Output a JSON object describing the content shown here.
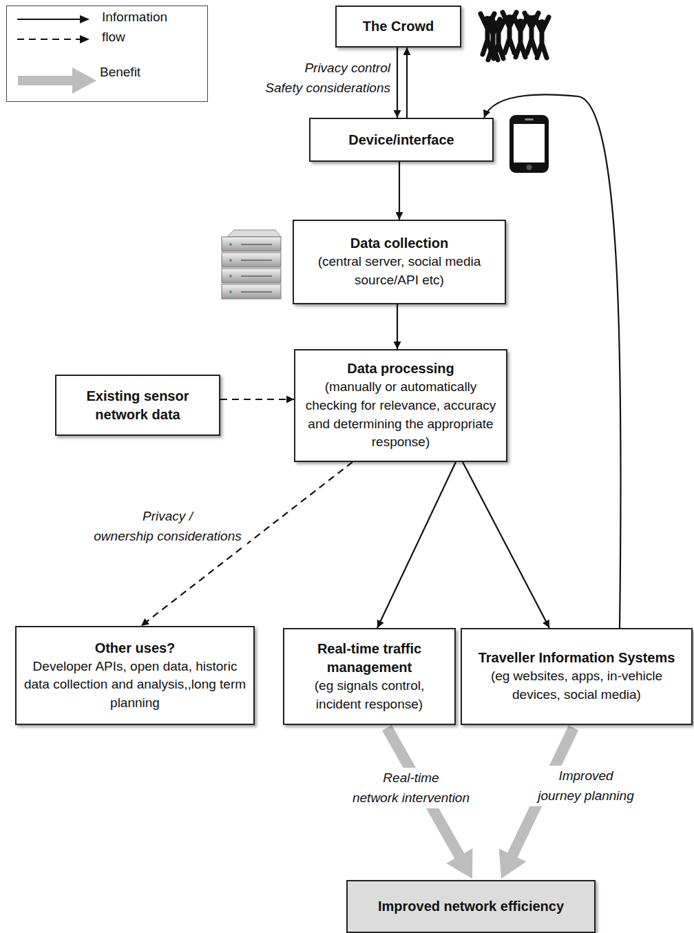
{
  "diagram": {
    "nodes": [
      {
        "text": [
          "The Crowd"
        ]
      },
      {
        "text": [
          "Device/interface"
        ]
      },
      {
        "text": [
          "Data collection",
          "(central server, social media source/API etc)"
        ]
      },
      {
        "text": [
          "Existing sensor network data"
        ]
      },
      {
        "text": [
          "Data processing",
          "(manually or automatically checking for relevance, accuracy and determining the appropriate response)"
        ]
      },
      {
        "text": [
          "Other uses?",
          "Developer APIs, open data, historic data collection and analysis,,long term planning"
        ]
      },
      {
        "text": [
          "Real-time traffic management",
          "(eg signals control, incident response)"
        ]
      },
      {
        "text": [
          "Traveller Information Systems",
          "(eg websites, apps, in-vehicle devices, social media)"
        ]
      },
      {
        "text": [
          "Improved network efficiency"
        ]
      }
    ],
    "edges": [
      {
        "from": 0,
        "to": 1,
        "arrow": "to",
        "label": "Privacy control Safety considerations"
      },
      {
        "from": 1,
        "to": 0,
        "arrow": "to"
      },
      {
        "from": 1,
        "to": 2,
        "arrow": "to"
      },
      {
        "from": 2,
        "to": 4,
        "arrow": "to"
      },
      {
        "from": 3,
        "to": 4,
        "arrow": "to"
      },
      {
        "from": 4,
        "to": 5,
        "arrow": "to",
        "label": "Privacy / ownership considerations"
      },
      {
        "from": 4,
        "to": 6,
        "arrow": "to"
      },
      {
        "from": 4,
        "to": 7,
        "arrow": "to"
      },
      {
        "from": 7,
        "to": 1,
        "arrow": "to"
      },
      {
        "from": 6,
        "to": 8,
        "arrow": "to",
        "label": "Real-time network intervention"
      },
      {
        "from": 7,
        "to": 8,
        "arrow": "to",
        "label": "Improved journey planning"
      }
    ],
    "legend": [
      {
        "text": "Information flow"
      },
      {
        "text": "Benefit"
      }
    ]
  }
}
